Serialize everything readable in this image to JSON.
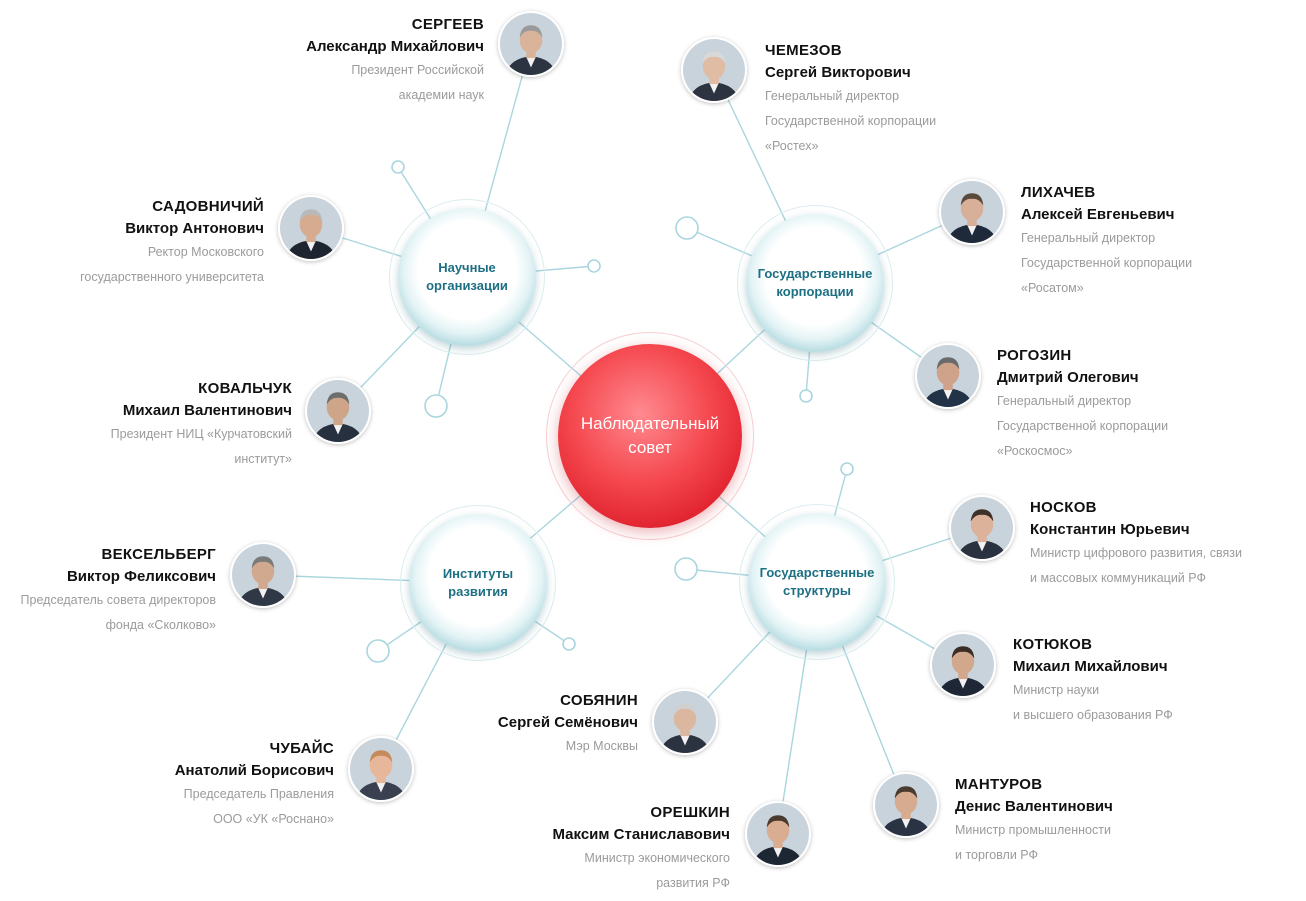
{
  "center": {
    "label": "Наблюдательный совет"
  },
  "hubs": [
    {
      "id": "science",
      "label": "Научные организации"
    },
    {
      "id": "corps",
      "label": "Государственные корпорации"
    },
    {
      "id": "dev",
      "label": "Институты развития"
    },
    {
      "id": "gov",
      "label": "Государственные структуры"
    }
  ],
  "members": [
    {
      "id": "sergeev",
      "hub": "science",
      "surname": "СЕРГЕЕВ",
      "name": "Александр Михайлович",
      "role": [
        "Президент Российской",
        "академии наук"
      ]
    },
    {
      "id": "sadovnichy",
      "hub": "science",
      "surname": "САДОВНИЧИЙ",
      "name": "Виктор Антонович",
      "role": [
        "Ректор Московского",
        "государственного университета"
      ]
    },
    {
      "id": "kovalchuk",
      "hub": "science",
      "surname": "КОВАЛЬЧУК",
      "name": "Михаил Валентинович",
      "role": [
        "Президент НИЦ «Курчатовский",
        "институт»"
      ]
    },
    {
      "id": "chemezov",
      "hub": "corps",
      "surname": "ЧЕМЕЗОВ",
      "name": "Сергей Викторович",
      "role": [
        "Генеральный директор",
        "Государственной корпорации",
        "«Ростех»"
      ]
    },
    {
      "id": "likhachev",
      "hub": "corps",
      "surname": "ЛИХАЧЕВ",
      "name": "Алексей Евгеньевич",
      "role": [
        "Генеральный директор",
        "Государственной корпорации",
        "«Росатом»"
      ]
    },
    {
      "id": "rogozin",
      "hub": "corps",
      "surname": "РОГОЗИН",
      "name": "Дмитрий Олегович",
      "role": [
        "Генеральный директор",
        "Государственной корпорации",
        "«Роскосмос»"
      ]
    },
    {
      "id": "vekselberg",
      "hub": "dev",
      "surname": "ВЕКСЕЛЬБЕРГ",
      "name": "Виктор Феликсович",
      "role": [
        "Председатель совета директоров",
        "фонда «Сколково»"
      ]
    },
    {
      "id": "chubais",
      "hub": "dev",
      "surname": "ЧУБАЙС",
      "name": "Анатолий Борисович",
      "role": [
        "Председатель Правления",
        "ООО «УК «Роснано»"
      ]
    },
    {
      "id": "sobyanin",
      "hub": "gov",
      "surname": "СОБЯНИН",
      "name": "Сергей Семёнович",
      "role": [
        "Мэр Москвы"
      ]
    },
    {
      "id": "oreshkin",
      "hub": "gov",
      "surname": "ОРЕШКИН",
      "name": "Максим Станиславович",
      "role": [
        "Министр экономического",
        "развития РФ"
      ]
    },
    {
      "id": "noskov",
      "hub": "gov",
      "surname": "НОСКОВ",
      "name": "Константин Юрьевич",
      "role": [
        "Министр цифрового развития, связи",
        "и массовых коммуникаций РФ"
      ]
    },
    {
      "id": "kotyukov",
      "hub": "gov",
      "surname": "КОТЮКОВ",
      "name": "Михаил Михайлович",
      "role": [
        "Министр науки",
        "и высшего образования РФ"
      ]
    },
    {
      "id": "manturov",
      "hub": "gov",
      "surname": "МАНТУРОВ",
      "name": "Денис Валентинович",
      "role": [
        "Министр промышленности",
        "и торговли РФ"
      ]
    }
  ],
  "colors": {
    "connector": "#a9d6de",
    "hub_text": "#1d6f83",
    "center_fill": "#e8262f",
    "muted_text": "#9b9b9b"
  }
}
